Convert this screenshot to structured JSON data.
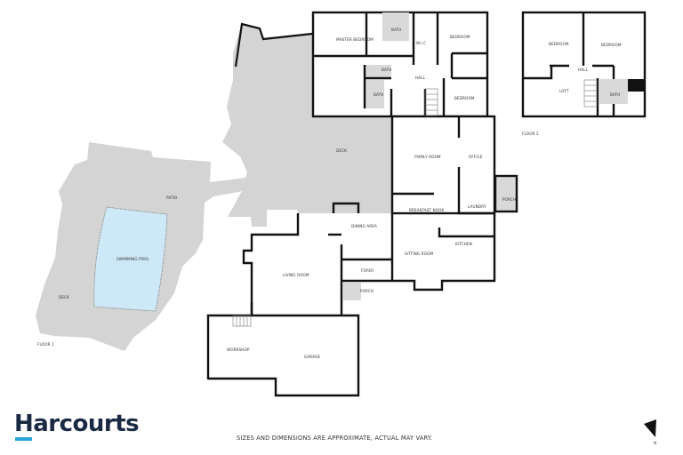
{
  "brand": {
    "name": "Harcourts",
    "text_color": "#1b2a44",
    "accent_color": "#2aa3dc"
  },
  "disclaimer": "SIZES AND DIMENSIONS ARE APPROXIMATE, ACTUAL MAY VARY.",
  "compass": {
    "label": "N"
  },
  "colors": {
    "wall": "#111111",
    "outdoor_fill": "#d4d4d4",
    "wet_area_fill": "#d9d9d9",
    "pool_fill": "#cde8f6"
  },
  "floors": [
    {
      "label": "FLOOR 1",
      "rooms": {
        "master_bedroom": "MASTER BEDROOM",
        "bath_ensuite": "BATH",
        "wic": "W.I.C",
        "bedroom_1": "BEDROOM",
        "bath_2": "BATH",
        "bath_3": "BATH",
        "hall": "HALL",
        "bedroom_2": "BEDROOM",
        "deck_main": "DECK",
        "family_room": "FAMILY ROOM",
        "office": "OFFICE",
        "porch_side": "PORCH",
        "laundry": "LAUNDRY",
        "breakfast_nook": "BREAKFAST NOOK",
        "dining_area": "DINING AREA",
        "kitchen": "KITCHEN",
        "sitting_room": "SITTING ROOM",
        "living_room": "LIVING ROOM",
        "foyer": "FOYER",
        "porch_front": "PORCH",
        "workshop": "WORKSHOP",
        "garage": "GARAGE",
        "patio": "PATIO",
        "swimming_pool": "SWIMMING POOL",
        "deck_pool": "DECK"
      }
    },
    {
      "label": "FLOOR 2",
      "rooms": {
        "bedroom_1": "BEDROOM",
        "bedroom_2": "BEDROOM",
        "hall": "HALL",
        "loft": "LOFT",
        "bath": "BATH"
      }
    }
  ]
}
